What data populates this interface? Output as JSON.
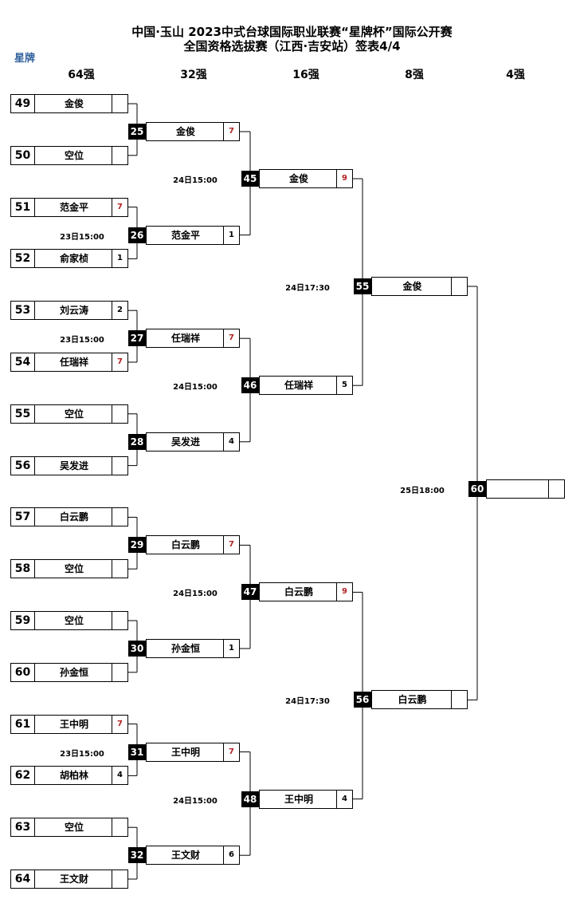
{
  "header": {
    "title1": "中国·玉山 2023中式台球国际职业联赛“星牌杯”国际公开赛",
    "title2": "全国资格选拔赛（江西·吉安站）签表4/4",
    "logo": "星牌"
  },
  "rounds": [
    "64强",
    "32强",
    "16强",
    "8强",
    "4强"
  ],
  "r64": [
    {
      "seed": "49",
      "name": "金俊",
      "score": ""
    },
    {
      "seed": "50",
      "name": "空位",
      "score": ""
    },
    {
      "seed": "51",
      "name": "范金平",
      "score": "7"
    },
    {
      "seed": "52",
      "name": "俞家桢",
      "score": "1"
    },
    {
      "seed": "53",
      "name": "刘云涛",
      "score": "2"
    },
    {
      "seed": "54",
      "name": "任瑞祥",
      "score": "7"
    },
    {
      "seed": "55",
      "name": "空位",
      "score": ""
    },
    {
      "seed": "56",
      "name": "吴发进",
      "score": ""
    },
    {
      "seed": "57",
      "name": "白云鹏",
      "score": ""
    },
    {
      "seed": "58",
      "name": "空位",
      "score": ""
    },
    {
      "seed": "59",
      "name": "空位",
      "score": ""
    },
    {
      "seed": "60",
      "name": "孙金恒",
      "score": ""
    },
    {
      "seed": "61",
      "name": "王中明",
      "score": "7"
    },
    {
      "seed": "62",
      "name": "胡柏林",
      "score": "4"
    },
    {
      "seed": "63",
      "name": "空位",
      "score": ""
    },
    {
      "seed": "64",
      "name": "王文财",
      "score": ""
    }
  ],
  "r32": [
    {
      "match": "25",
      "name": "金俊",
      "score": "7",
      "date": ""
    },
    {
      "match": "26",
      "name": "范金平",
      "score": "1",
      "date": "23日15:00"
    },
    {
      "match": "27",
      "name": "任瑞祥",
      "score": "7",
      "date": "23日15:00"
    },
    {
      "match": "28",
      "name": "吴发进",
      "score": "4",
      "date": ""
    },
    {
      "match": "29",
      "name": "白云鹏",
      "score": "7",
      "date": ""
    },
    {
      "match": "30",
      "name": "孙金恒",
      "score": "1",
      "date": ""
    },
    {
      "match": "31",
      "name": "王中明",
      "score": "7",
      "date": "23日15:00"
    },
    {
      "match": "32",
      "name": "王文财",
      "score": "6",
      "date": ""
    }
  ],
  "r16": [
    {
      "match": "45",
      "name": "金俊",
      "score": "9",
      "date": "24日15:00"
    },
    {
      "match": "46",
      "name": "任瑞祥",
      "score": "5",
      "date": "24日15:00"
    },
    {
      "match": "47",
      "name": "白云鹏",
      "score": "9",
      "date": "24日15:00"
    },
    {
      "match": "48",
      "name": "王中明",
      "score": "4",
      "date": "24日15:00"
    }
  ],
  "r8": [
    {
      "match": "55",
      "name": "金俊",
      "score": "",
      "date": "24日17:30"
    },
    {
      "match": "56",
      "name": "白云鹏",
      "score": "",
      "date": "24日17:30"
    }
  ],
  "r4": [
    {
      "match": "60",
      "name": "",
      "score": "",
      "date": "25日18:00"
    }
  ],
  "colors": {
    "win_score": "#b22222",
    "match_bg": "#000000",
    "logo": "#2d5f9a"
  }
}
